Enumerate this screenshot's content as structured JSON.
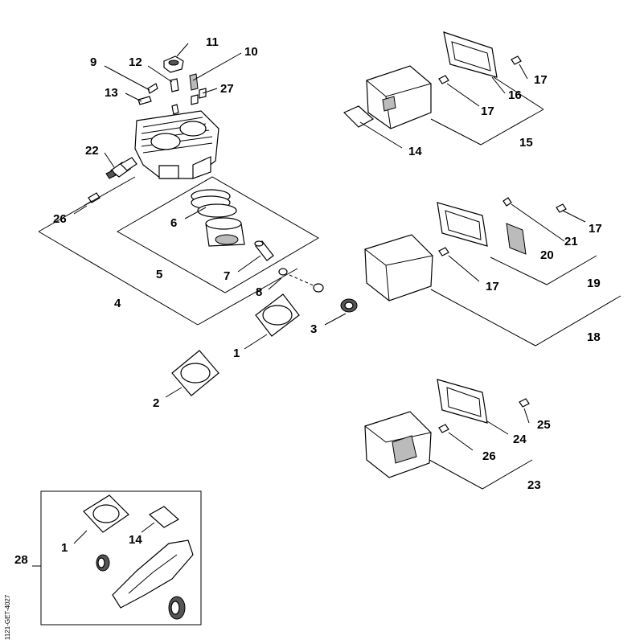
{
  "labels": {
    "p1": "1",
    "p1b": "1",
    "p2": "2",
    "p3": "3",
    "p4": "4",
    "p5": "5",
    "p6": "6",
    "p7": "7",
    "p8": "8",
    "p9": "9",
    "p10": "10",
    "p11": "11",
    "p12": "12",
    "p13": "13",
    "p14": "14",
    "p14b": "14",
    "p15": "15",
    "p16": "16",
    "p17a": "17",
    "p17b": "17",
    "p17c": "17",
    "p17d": "17",
    "p18": "18",
    "p19": "19",
    "p20": "20",
    "p21": "21",
    "p22": "22",
    "p23": "23",
    "p24": "24",
    "p25": "25",
    "p26a": "26",
    "p26b": "26",
    "p27": "27",
    "p28": "28"
  },
  "reference_code": "1121-GET-4027"
}
